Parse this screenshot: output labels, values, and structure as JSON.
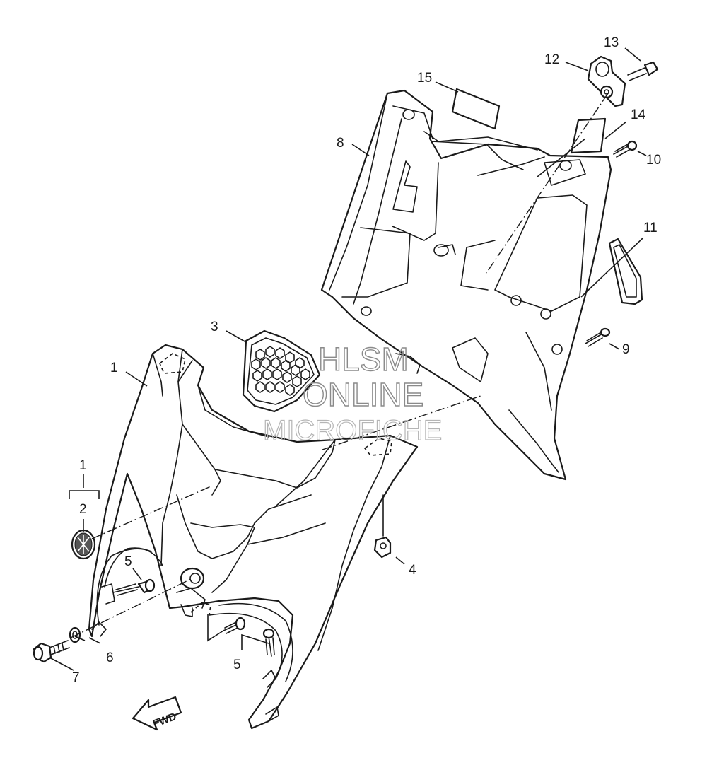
{
  "callouts": {
    "c1_top": "1",
    "c1_bracket": "1",
    "c2": "2",
    "c3": "3",
    "c4": "4",
    "c5_upper": "5",
    "c5_lower": "5",
    "c6": "6",
    "c7": "7",
    "c8": "8",
    "c9": "9",
    "c10": "10",
    "c11": "11",
    "c12": "12",
    "c13": "13",
    "c14": "14",
    "c15": "15"
  },
  "fwd_label": "FWD",
  "watermark": {
    "line1": "HLSM",
    "line2": "ONLINE",
    "line3": "MICROFICHE"
  }
}
